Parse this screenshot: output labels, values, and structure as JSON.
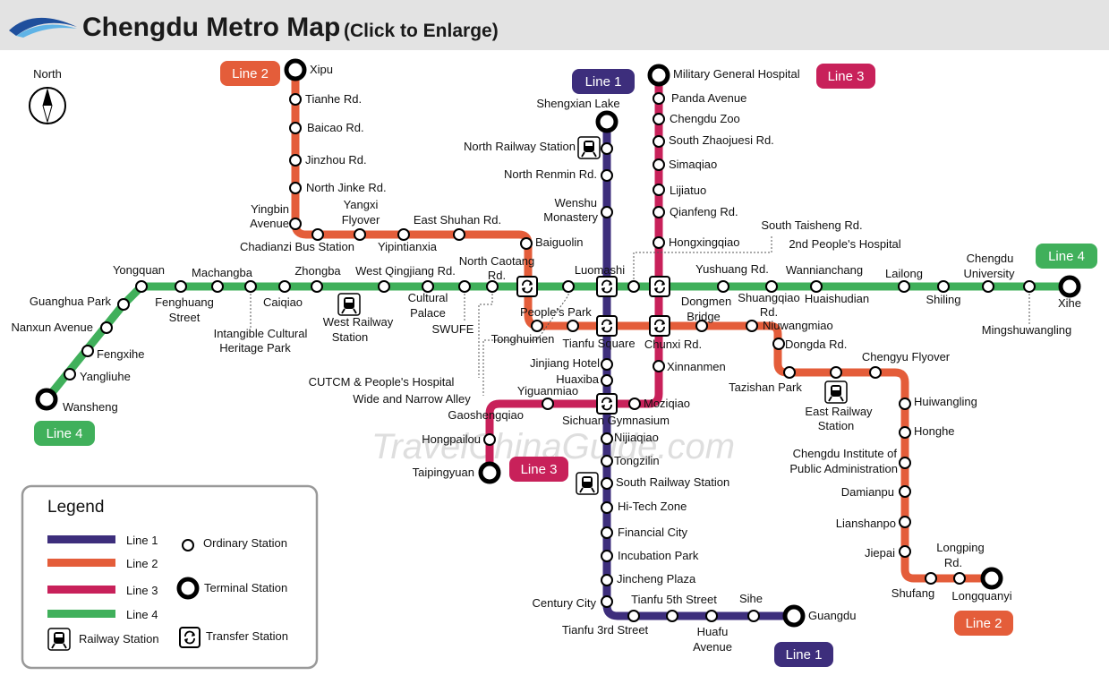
{
  "header": {
    "title": "Chengdu Metro Map",
    "subtitle": "(Click to Enlarge)"
  },
  "compass": {
    "label": "North"
  },
  "watermark": "TravelChinaGuide.com",
  "lines": {
    "line1": {
      "name": "Line 1",
      "color": "#3d2e7c"
    },
    "line2": {
      "name": "Line 2",
      "color": "#e45d3a"
    },
    "line3": {
      "name": "Line 3",
      "color": "#c8215a"
    },
    "line4": {
      "name": "Line 4",
      "color": "#40b05b"
    }
  },
  "legend": {
    "title": "Legend",
    "line_items": [
      {
        "label": "Line 1",
        "color": "#3d2e7c"
      },
      {
        "label": "Line 2",
        "color": "#e45d3a"
      },
      {
        "label": "Line 3",
        "color": "#c8215a"
      },
      {
        "label": "Line 4",
        "color": "#40b05b"
      }
    ],
    "symbol_items": [
      {
        "label": "Ordinary Station",
        "icon": "ordinary-station-icon"
      },
      {
        "label": "Terminal Station",
        "icon": "terminal-station-icon"
      },
      {
        "label": "Railway Station",
        "icon": "railway-station-icon"
      },
      {
        "label": "Transfer Station",
        "icon": "transfer-station-icon"
      }
    ]
  },
  "labels": [
    "Xipu",
    "Tianhe Rd.",
    "Baicao Rd.",
    "Jinzhou Rd.",
    "North Jinke Rd.",
    "Yingbin",
    "Avenue",
    "Yangxi",
    "Flyover",
    "East Shuhan Rd.",
    "Chadianzi Bus Station",
    "Yipintianxia",
    "Baiguolin",
    "North Caotang",
    "Rd.",
    "Luomashi",
    "Yongquan",
    "Machangba",
    "Zhongba",
    "West Qingjiang Rd.",
    "Guanghua Park",
    "Fenghuang",
    "Street",
    "Caiqiao",
    "West Railway",
    "Station",
    "Cultural",
    "Palace",
    "SWUFE",
    "Intangible Cultural",
    "Heritage Park",
    "Nanxun Avenue",
    "Fengxihe",
    "Yangliuhe",
    "Wansheng",
    "People's Park",
    "Tonghuimen",
    "CUTCM & People's Hospital",
    "Wide and Narrow Alley",
    "Tianfu Square",
    "Chunxi Rd.",
    "Jinjiang Hotel",
    "Huaxiba",
    "Yiguanmiao",
    "Gaoshengqiao",
    "Moziqiao",
    "Sichuan Gymnasium",
    "Hongpailou",
    "Taipingyuan",
    "Nijiaqiao",
    "Tongzilin",
    "South Railway Station",
    "Hi-Tech Zone",
    "Financial City",
    "Incubation Park",
    "Jincheng Plaza",
    "Century City",
    "Tianfu 5th Street",
    "Sihe",
    "Tianfu 3rd Street",
    "Huafu",
    "Avenue",
    "Guangdu",
    "Shengxian Lake",
    "North Railway Station",
    "North Renmin Rd.",
    "Wenshu",
    "Monastery",
    "Military General Hospital",
    "Panda Avenue",
    "Chengdu Zoo",
    "South Zhaojuesi Rd.",
    "Simaqiao",
    "Lijiatuo",
    "Qianfeng Rd.",
    "Hongxingqiao",
    "South Taisheng Rd.",
    "2nd People's Hospital",
    "Xinnanmen",
    "Yushuang Rd.",
    "Wannianchang",
    "Lailong",
    "Chengdu",
    "University",
    "Xihe",
    "Dongmen",
    "Bridge",
    "Shuangqiao",
    "Rd.",
    "Huaishudian",
    "Shiling",
    "Mingshuwangling",
    "Niuwangmiao",
    "Dongda Rd.",
    "Chengyu Flyover",
    "Tazishan Park",
    "East Railway",
    "Station",
    "Huiwangling",
    "Honghe",
    "Chengdu Institute of",
    "Public Administration",
    "Damianpu",
    "Lianshanpo",
    "Jiepai",
    "Longping",
    "Rd.",
    "Shufang",
    "Longquanyi"
  ]
}
